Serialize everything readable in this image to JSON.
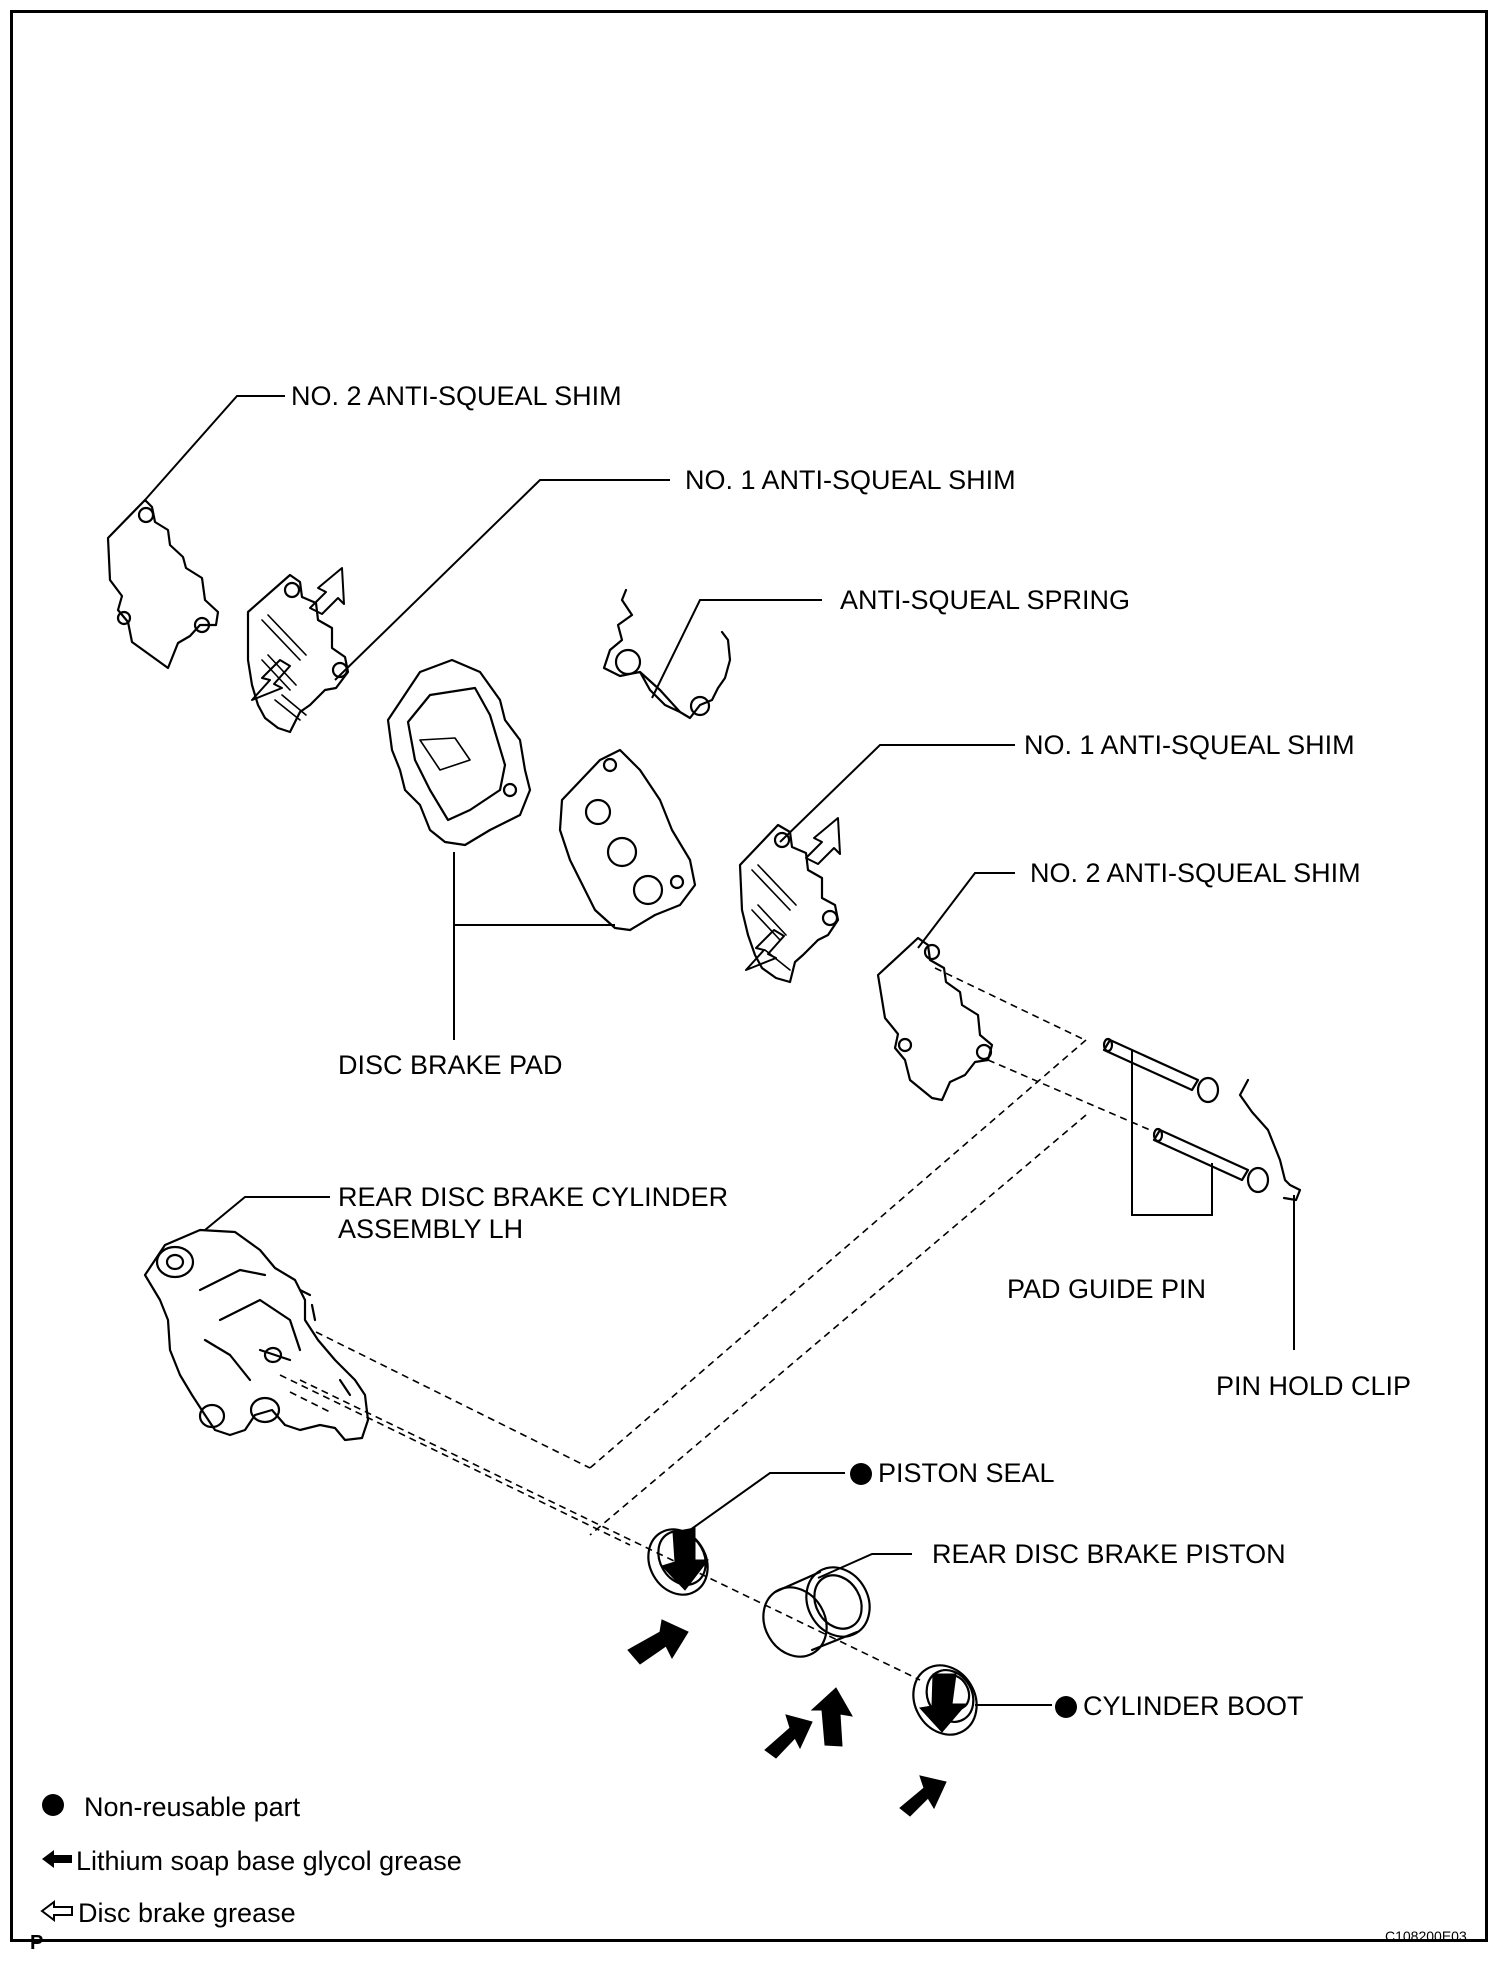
{
  "labels": {
    "no2_shim_top": "NO. 2 ANTI-SQUEAL SHIM",
    "no1_shim_top": "NO. 1 ANTI-SQUEAL SHIM",
    "spring": "ANTI-SQUEAL SPRING",
    "no1_shim_right": "NO. 1 ANTI-SQUEAL SHIM",
    "no2_shim_right": "NO. 2 ANTI-SQUEAL SHIM",
    "disc_brake_pad": "DISC BRAKE PAD",
    "cylinder_line1": "REAR DISC BRAKE CYLINDER",
    "cylinder_line2": "ASSEMBLY LH",
    "pad_guide_pin": "PAD GUIDE PIN",
    "pin_hold_clip": "PIN HOLD CLIP",
    "piston_seal": "PISTON SEAL",
    "piston": "REAR DISC BRAKE PISTON",
    "cylinder_boot": "CYLINDER BOOT"
  },
  "legend": {
    "non_reusable": "Non-reusable part",
    "lithium_grease": "Lithium soap base glycol grease",
    "disc_grease": "Disc brake grease"
  },
  "footer": {
    "corner_letter": "P",
    "figure_code": "C108200E03"
  }
}
